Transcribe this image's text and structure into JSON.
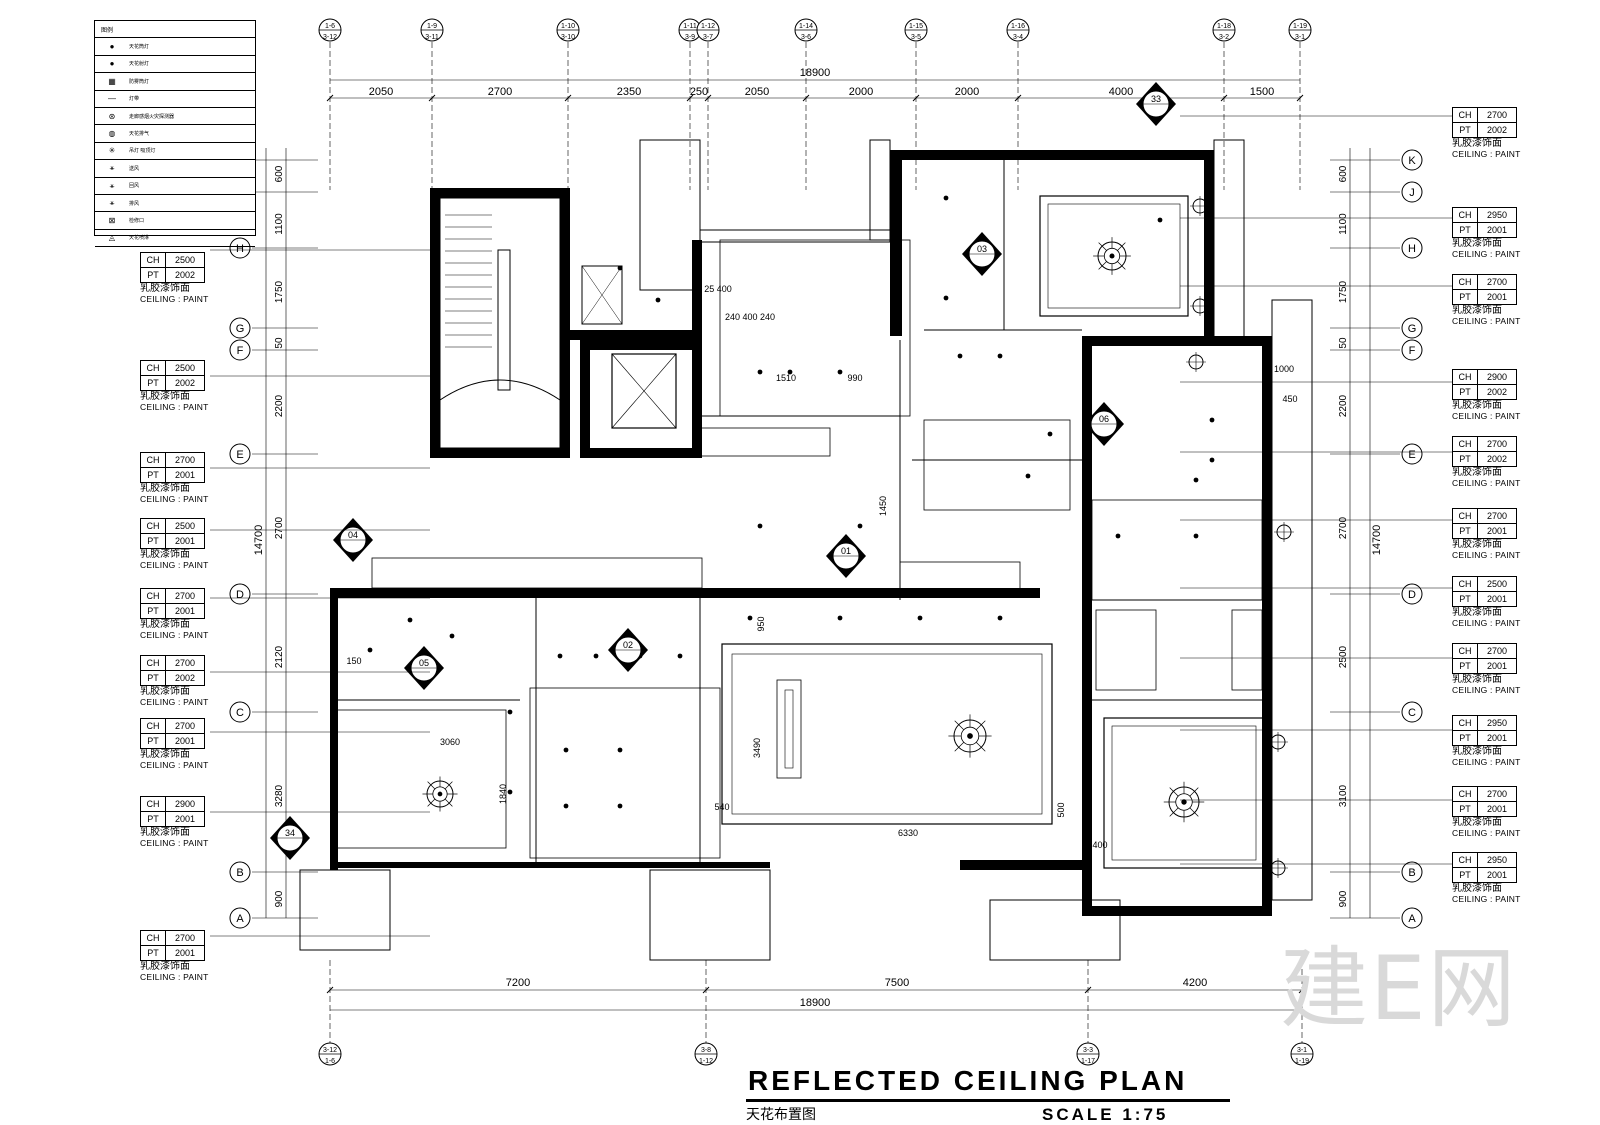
{
  "title": {
    "main": "REFLECTED CEILING PLAN",
    "cn": "天花布置图",
    "scale": "SCALE 1:75"
  },
  "watermark": "建E网",
  "legend": {
    "header": "图例",
    "rows": [
      {
        "icon": "downlight-symbol",
        "glyph": "●",
        "label": "天花筒灯"
      },
      {
        "icon": "spotlight-symbol",
        "glyph": "●",
        "label": "天花射灯"
      },
      {
        "icon": "wall-washer-symbol",
        "glyph": "▦",
        "label": "防雾筒灯"
      },
      {
        "icon": "strip-light-symbol",
        "glyph": "—",
        "label": "灯带"
      },
      {
        "icon": "smoke-detector-symbol",
        "glyph": "⊛",
        "label": "走廊感烟火灾探测器"
      },
      {
        "icon": "exhaust-fan-symbol",
        "glyph": "◍",
        "label": "天花排气"
      },
      {
        "icon": "pendant-symbol",
        "glyph": "✳",
        "label": "吊灯 吸顶灯"
      },
      {
        "icon": "supply-air-symbol",
        "glyph": "⚹",
        "label": "送风"
      },
      {
        "icon": "return-air-symbol",
        "glyph": "⚹",
        "label": "回风"
      },
      {
        "icon": "exhaust-air-symbol",
        "glyph": "⚹",
        "label": "排风"
      },
      {
        "icon": "access-panel-symbol",
        "glyph": "⊠",
        "label": "检修口"
      },
      {
        "icon": "sprinkler-symbol",
        "glyph": "◬",
        "label": "天花喷淋"
      }
    ]
  },
  "dimensions": {
    "top_total": "18900",
    "top_segments": [
      "2050",
      "2700",
      "2350",
      "250",
      "2050",
      "2000",
      "2000",
      "4000",
      "1500"
    ],
    "bottom_total": "18900",
    "bottom_segments": [
      "7200",
      "7500",
      "4200"
    ],
    "left_total": "14700",
    "right_total": "14700",
    "left_segments": [
      "600",
      "1100",
      "1750",
      "50",
      "2200",
      "2700",
      "2120",
      "3280",
      "900"
    ],
    "right_segments": [
      "600",
      "1100",
      "1750",
      "50",
      "2200",
      "2700",
      "2500",
      "3100",
      "900"
    ]
  },
  "axes": {
    "top": [
      {
        "top": "1-6",
        "bottom": "3-12"
      },
      {
        "top": "1-9",
        "bottom": "3-11"
      },
      {
        "top": "1-10",
        "bottom": "3-10"
      },
      {
        "top": "1-11",
        "bottom": "3-9"
      },
      {
        "top": "1-12",
        "bottom": "3-7"
      },
      {
        "top": "1-14",
        "bottom": "3-6"
      },
      {
        "top": "1-15",
        "bottom": "3-5"
      },
      {
        "top": "1-16",
        "bottom": "3-4"
      },
      {
        "top": "1-18",
        "bottom": "3-2"
      },
      {
        "top": "1-19",
        "bottom": "3-1"
      }
    ],
    "bottom": [
      {
        "top": "3-12",
        "bottom": "1-6"
      },
      {
        "top": "3-8",
        "bottom": "1-12"
      },
      {
        "top": "3-3",
        "bottom": "1-17"
      },
      {
        "top": "3-1",
        "bottom": "1-19"
      }
    ],
    "rows": [
      "K",
      "J",
      "H",
      "G",
      "F",
      "E",
      "D",
      "C",
      "B",
      "A"
    ]
  },
  "ceiling_tags_left": [
    {
      "ch": "2500",
      "pt": "2002"
    },
    {
      "ch": "2500",
      "pt": "2002"
    },
    {
      "ch": "2700",
      "pt": "2001"
    },
    {
      "ch": "2500",
      "pt": "2001"
    },
    {
      "ch": "2700",
      "pt": "2001"
    },
    {
      "ch": "2700",
      "pt": "2002"
    },
    {
      "ch": "2700",
      "pt": "2001"
    },
    {
      "ch": "2900",
      "pt": "2001"
    },
    {
      "ch": "2700",
      "pt": "2001"
    }
  ],
  "ceiling_tags_right": [
    {
      "ch": "2700",
      "pt": "2002"
    },
    {
      "ch": "2950",
      "pt": "2001"
    },
    {
      "ch": "2700",
      "pt": "2001"
    },
    {
      "ch": "2900",
      "pt": "2002"
    },
    {
      "ch": "2700",
      "pt": "2002"
    },
    {
      "ch": "2700",
      "pt": "2001"
    },
    {
      "ch": "2500",
      "pt": "2001"
    },
    {
      "ch": "2700",
      "pt": "2001"
    },
    {
      "ch": "2950",
      "pt": "2001"
    },
    {
      "ch": "2700",
      "pt": "2001"
    },
    {
      "ch": "2950",
      "pt": "2001"
    }
  ],
  "tag_text": {
    "ch": "CH",
    "pt": "PT",
    "cn": "乳胶漆饰面",
    "en": "CEILING : PAINT"
  },
  "interior_dims": [
    "1510",
    "990",
    "3060",
    "6330",
    "3490",
    "1840",
    "950",
    "1450",
    "540",
    "500",
    "400",
    "1000",
    "450",
    "150",
    "25 400",
    "240 400 240"
  ],
  "section_marks": [
    "01",
    "02",
    "03",
    "04",
    "05",
    "06",
    "33",
    "34"
  ]
}
